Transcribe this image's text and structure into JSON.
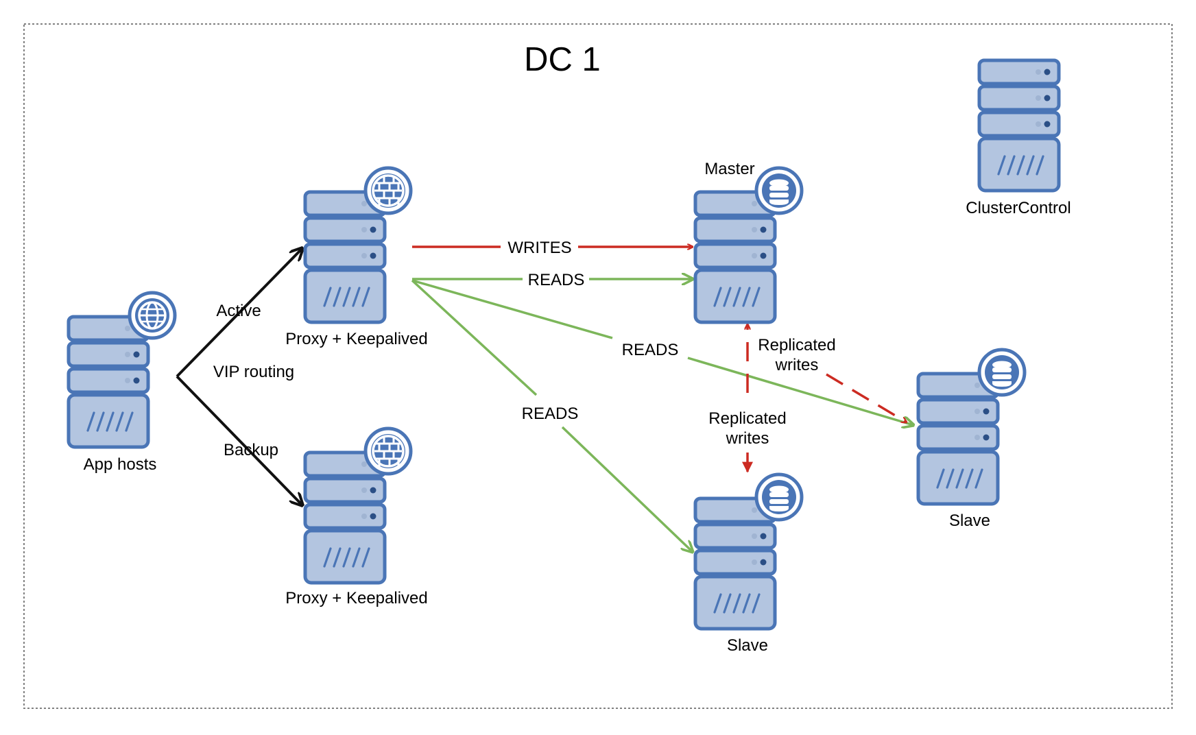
{
  "title": "DC 1",
  "colors": {
    "server_fill": "#b3c5e0",
    "server_stroke": "#4a75b6",
    "led_light": "#a0b4d2",
    "led_dark": "#2b4f86",
    "writes": "#cc2b22",
    "reads": "#7cb65a",
    "routing": "#111111",
    "border": "#808080"
  },
  "nodes": {
    "app_hosts": {
      "label": "App hosts",
      "badge": "globe-icon"
    },
    "proxy_active": {
      "label": "Proxy + Keepalived",
      "badge": "firewall-icon"
    },
    "proxy_backup": {
      "label": "Proxy + Keepalived",
      "badge": "firewall-icon"
    },
    "master": {
      "label": "Master",
      "badge": "database-icon"
    },
    "slave_bottom": {
      "label": "Slave",
      "badge": "database-icon"
    },
    "slave_right": {
      "label": "Slave",
      "badge": "database-icon"
    },
    "clustercontrol": {
      "label": "ClusterControl"
    }
  },
  "edges": {
    "active": "Active",
    "vip_routing": "VIP routing",
    "backup": "Backup",
    "writes": "WRITES",
    "reads_master": "READS",
    "reads_slave_right": "READS",
    "reads_slave_bottom": "READS",
    "replicated_right": [
      "Replicated",
      "writes"
    ],
    "replicated_bottom": [
      "Replicated",
      "writes"
    ]
  }
}
